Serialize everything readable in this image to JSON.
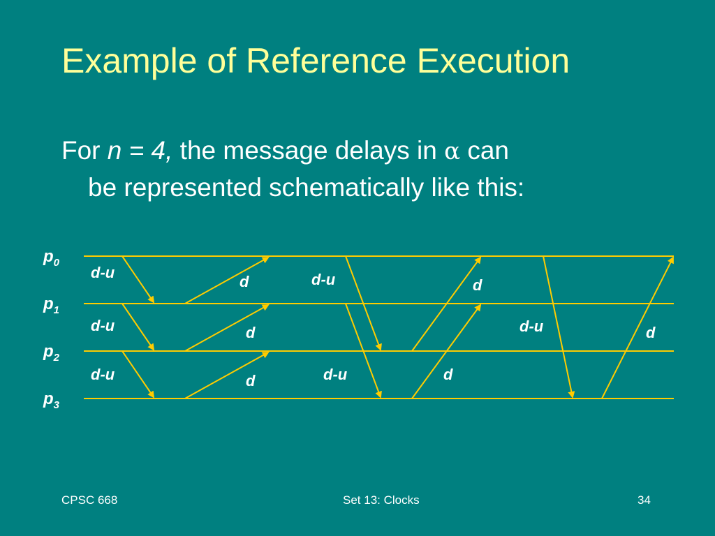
{
  "slide": {
    "title": "Example of Reference Execution",
    "body": {
      "prefix": "For ",
      "math": "n = 4,",
      "middle": " the message delays in ",
      "symbol": "α",
      "suffix": " can",
      "line2": "be represented schematically like this:"
    },
    "footer": {
      "left": "CPSC 668",
      "center": "Set 13: Clocks",
      "right": "34"
    }
  },
  "diagram": {
    "processes": [
      {
        "name": "p",
        "sub": "0"
      },
      {
        "name": "p",
        "sub": "1"
      },
      {
        "name": "p",
        "sub": "2"
      },
      {
        "name": "p",
        "sub": "3"
      }
    ],
    "delay_labels": [
      "d-u",
      "d",
      "d-u",
      "d",
      "d-u",
      "d",
      "d-u",
      "d",
      "d-u",
      "d",
      "d-u",
      "d"
    ],
    "colors": {
      "line": "#ffcc00",
      "label": "#ffffff",
      "background": "#008080",
      "title": "#ffff99"
    }
  }
}
